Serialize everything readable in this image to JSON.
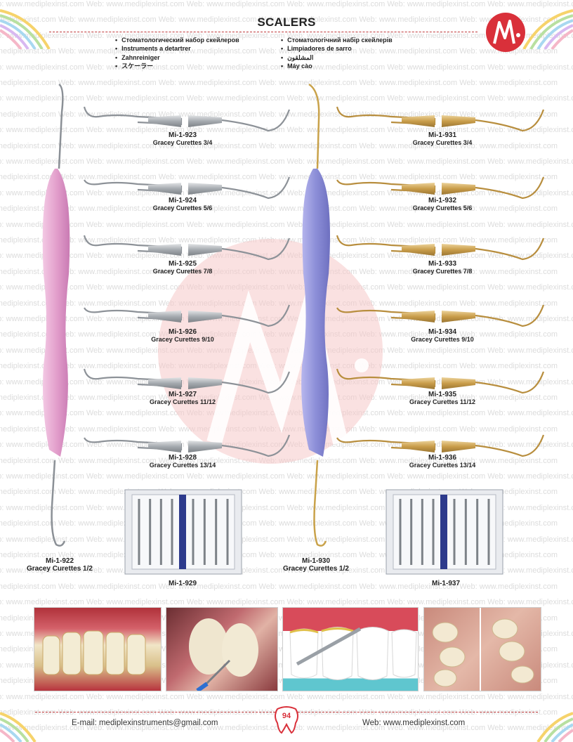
{
  "header": {
    "title": "SCALERS",
    "languages_left": [
      "Стоматологический набор скейлеров",
      "Instruments a detartrer",
      "Zahnreiniger",
      "スケーラー"
    ],
    "languages_right": [
      "Стоматологічний набір скейлерів",
      "Limpiadores de sarro",
      "المشلقون",
      "Máy cào"
    ]
  },
  "watermark_text": "Web: www.mediplexinst.com",
  "products_left": [
    {
      "code": "Mi-1-923",
      "desc": "Gracey Curettes 3/4"
    },
    {
      "code": "Mi-1-924",
      "desc": "Gracey Curettes 5/6"
    },
    {
      "code": "Mi-1-925",
      "desc": "Gracey Curettes 7/8"
    },
    {
      "code": "Mi-1-926",
      "desc": "Gracey Curettes 9/10"
    },
    {
      "code": "Mi-1-927",
      "desc": "Gracey Curettes 11/12"
    },
    {
      "code": "Mi-1-928",
      "desc": "Gracey Curettes 13/14"
    }
  ],
  "products_right": [
    {
      "code": "Mi-1-931",
      "desc": "Gracey Curettes 3/4"
    },
    {
      "code": "Mi-1-932",
      "desc": "Gracey Curettes 5/6"
    },
    {
      "code": "Mi-1-933",
      "desc": "Gracey Curettes 7/8"
    },
    {
      "code": "Mi-1-934",
      "desc": "Gracey Curettes 9/10"
    },
    {
      "code": "Mi-1-935",
      "desc": "Gracey Curettes 11/12"
    },
    {
      "code": "Mi-1-936",
      "desc": "Gracey Curettes 13/14"
    }
  ],
  "handle_left": {
    "code": "Mi-1-922",
    "desc": "Gracey Curettes 1/2"
  },
  "handle_right": {
    "code": "Mi-1-930",
    "desc": "Gracey Curettes 1/2"
  },
  "cassette_left": {
    "code": "Mi-1-929"
  },
  "cassette_right": {
    "code": "Mi-1-937"
  },
  "footer": {
    "email": "E-mail: mediplexinstruments@gmail.com",
    "web": "Web:  www.mediplexinst.com",
    "page_number": "94"
  },
  "colors": {
    "accent": "#c0393b",
    "logo": "#d9303a",
    "steel": "#9aa0a6",
    "gold": "#c9a24a",
    "pink_handle": "#e6a6cf",
    "purple_handle": "#8f8fd6"
  }
}
